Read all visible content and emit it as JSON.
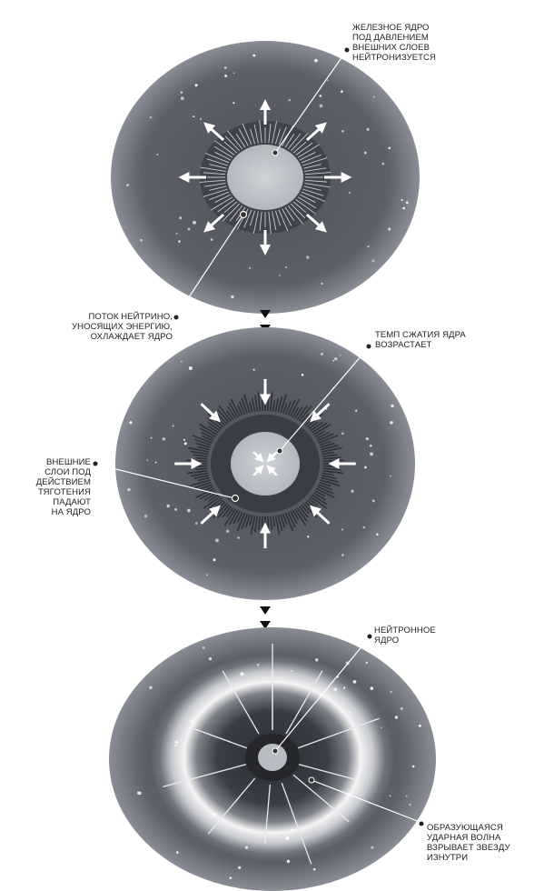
{
  "stage1": {
    "label_core": "ЖЕЛЕЗНОЕ ЯДРО\nПОД ДАВЛЕНИЕМ\nВНЕШНИХ СЛОЕВ\nНЕЙТРОНИЗУЕТСЯ",
    "label_neutrino": "ПОТОК НЕЙТРИНО,\nУНОСЯЩИХ ЭНЕРГИЮ,\nОХЛАЖДАЕТ ЯДРО"
  },
  "stage2": {
    "label_compression": "ТЕМП СЖАТИЯ ЯДРА\nВОЗРАСТАЕТ",
    "label_outer": "ВНЕШНИЕ\nСЛОИ ПОД\nДЕЙСТВИЕМ\nТЯГОТЕНИЯ\nПАДАЮТ\nНА ЯДРО"
  },
  "stage3": {
    "label_neutron": "НЕЙТРОННОЕ\nЯДРО",
    "label_shock": "ОБРАЗУЮЩАЯСЯ\nУДАРНАЯ ВОЛНА\nВЗРЫВАЕТ ЗВЕЗДУ\nИЗНУТРИ"
  },
  "colors": {
    "outer": "#5a5d66",
    "outer_edge": "#7d8089",
    "core": "#c3c6cc",
    "dark_ring": "#3e414a",
    "arrow": "#ffffff",
    "leader": "#ffffff",
    "shock": "#f2f2f2"
  }
}
